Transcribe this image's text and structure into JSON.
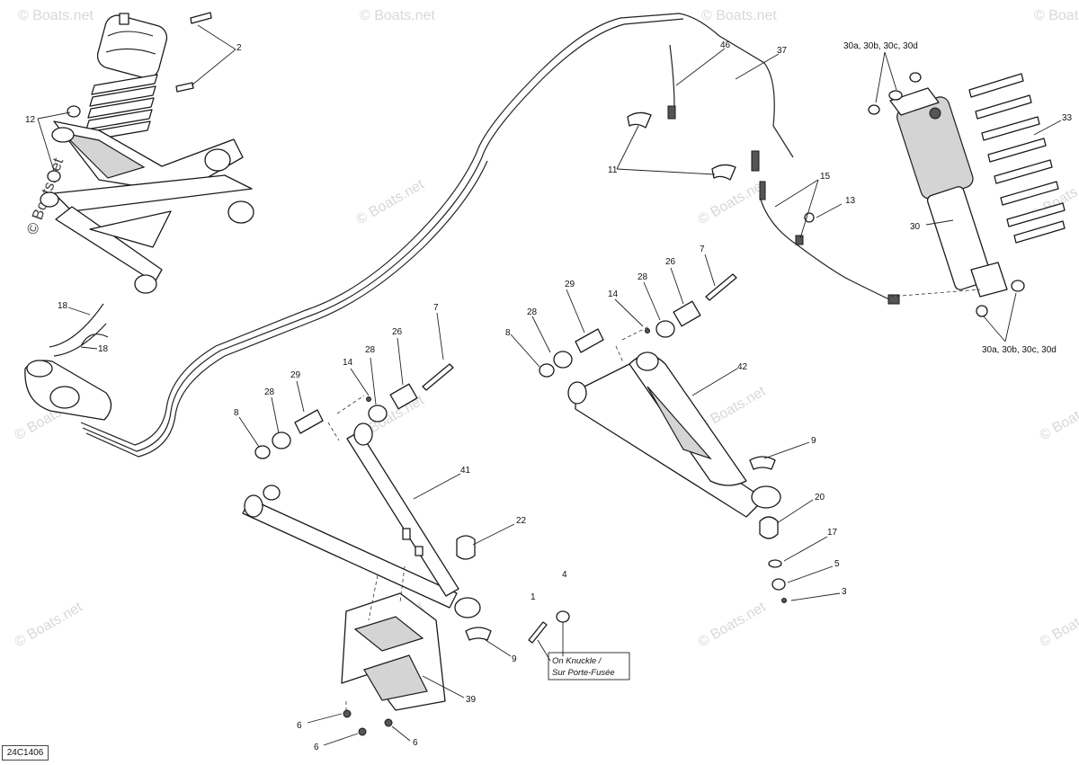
{
  "diagram_ref": "24C1406",
  "watermark": {
    "text": "© Boats.net",
    "vertical_text": "© Boats.net"
  },
  "note": {
    "line1": "On Knuckle /",
    "line2": "Sur Porte-Fusée"
  },
  "callouts": [
    {
      "id": "c-2",
      "text": "2"
    },
    {
      "id": "c-12",
      "text": "12"
    },
    {
      "id": "c-18a",
      "text": "18"
    },
    {
      "id": "c-18b",
      "text": "18"
    },
    {
      "id": "c-46",
      "text": "46"
    },
    {
      "id": "c-37",
      "text": "37"
    },
    {
      "id": "c-11",
      "text": "11"
    },
    {
      "id": "c-15",
      "text": "15"
    },
    {
      "id": "c-13",
      "text": "13"
    },
    {
      "id": "c-30top",
      "text": "30a, 30b, 30c, 30d"
    },
    {
      "id": "c-33",
      "text": "33"
    },
    {
      "id": "c-30",
      "text": "30"
    },
    {
      "id": "c-30bot",
      "text": "30a, 30b, 30c, 30d"
    },
    {
      "id": "c-7a",
      "text": "7"
    },
    {
      "id": "c-26a",
      "text": "26"
    },
    {
      "id": "c-28a",
      "text": "28"
    },
    {
      "id": "c-14a",
      "text": "14"
    },
    {
      "id": "c-29a",
      "text": "29"
    },
    {
      "id": "c-28b",
      "text": "28"
    },
    {
      "id": "c-8a",
      "text": "8"
    },
    {
      "id": "c-41",
      "text": "41"
    },
    {
      "id": "c-22",
      "text": "22"
    },
    {
      "id": "c-9a",
      "text": "9"
    },
    {
      "id": "c-39",
      "text": "39"
    },
    {
      "id": "c-6a",
      "text": "6"
    },
    {
      "id": "c-6b",
      "text": "6"
    },
    {
      "id": "c-6c",
      "text": "6"
    },
    {
      "id": "c-1",
      "text": "1"
    },
    {
      "id": "c-4",
      "text": "4"
    },
    {
      "id": "c-29b",
      "text": "29"
    },
    {
      "id": "c-28c",
      "text": "28"
    },
    {
      "id": "c-8b",
      "text": "8"
    },
    {
      "id": "c-14b",
      "text": "14"
    },
    {
      "id": "c-28d",
      "text": "28"
    },
    {
      "id": "c-26b",
      "text": "26"
    },
    {
      "id": "c-7b",
      "text": "7"
    },
    {
      "id": "c-42",
      "text": "42"
    },
    {
      "id": "c-9b",
      "text": "9"
    },
    {
      "id": "c-20",
      "text": "20"
    },
    {
      "id": "c-17",
      "text": "17"
    },
    {
      "id": "c-5",
      "text": "5"
    },
    {
      "id": "c-3",
      "text": "3"
    }
  ]
}
